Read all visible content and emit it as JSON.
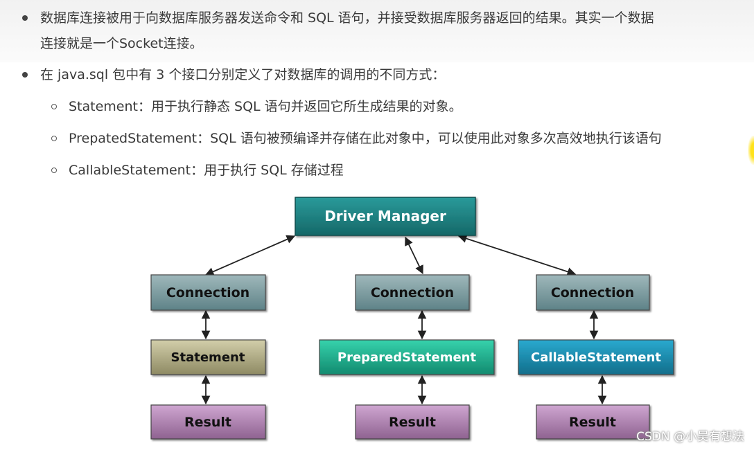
{
  "bullets": [
    {
      "lines": [
        "数据库连接被用于向数据库服务器发送命令和 SQL 语句，并接受数据库服务器返回的结果。其实一个数据",
        "连接就是一个Socket连接。"
      ],
      "sub": []
    },
    {
      "lines": [
        "在 java.sql 包中有 3 个接口分别定义了对数据库的调用的不同方式："
      ],
      "sub": [
        "Statement：用于执行静态 SQL 语句并返回它所生成结果的对象。",
        "PrepatedStatement：SQL 语句被预编译并存储在此对象中，可以使用此对象多次高效地执行该语句",
        "CallableStatement：用于执行 SQL 存储过程"
      ]
    }
  ],
  "diagram": {
    "root": "Driver Manager",
    "columns": [
      {
        "connection": "Connection",
        "statement": "Statement",
        "result": "Result"
      },
      {
        "connection": "Connection",
        "statement": "PreparedStatement",
        "result": "Result"
      },
      {
        "connection": "Connection",
        "statement": "CallableStatement",
        "result": "Result"
      }
    ],
    "colors": {
      "root_fill": "#1f7d7d",
      "root_text": "#ffffff",
      "connection_fill": "#6f9195",
      "statement_fills": [
        "#a4a07c",
        "#1fae8f",
        "#1a86a8"
      ],
      "result_fill": "#a57ba7",
      "box_text": "#111111",
      "statement_texts": [
        "#111111",
        "#ffffff",
        "#ffffff"
      ],
      "arrow": "#222222"
    }
  },
  "watermark": "CSDN @小吴有想法"
}
